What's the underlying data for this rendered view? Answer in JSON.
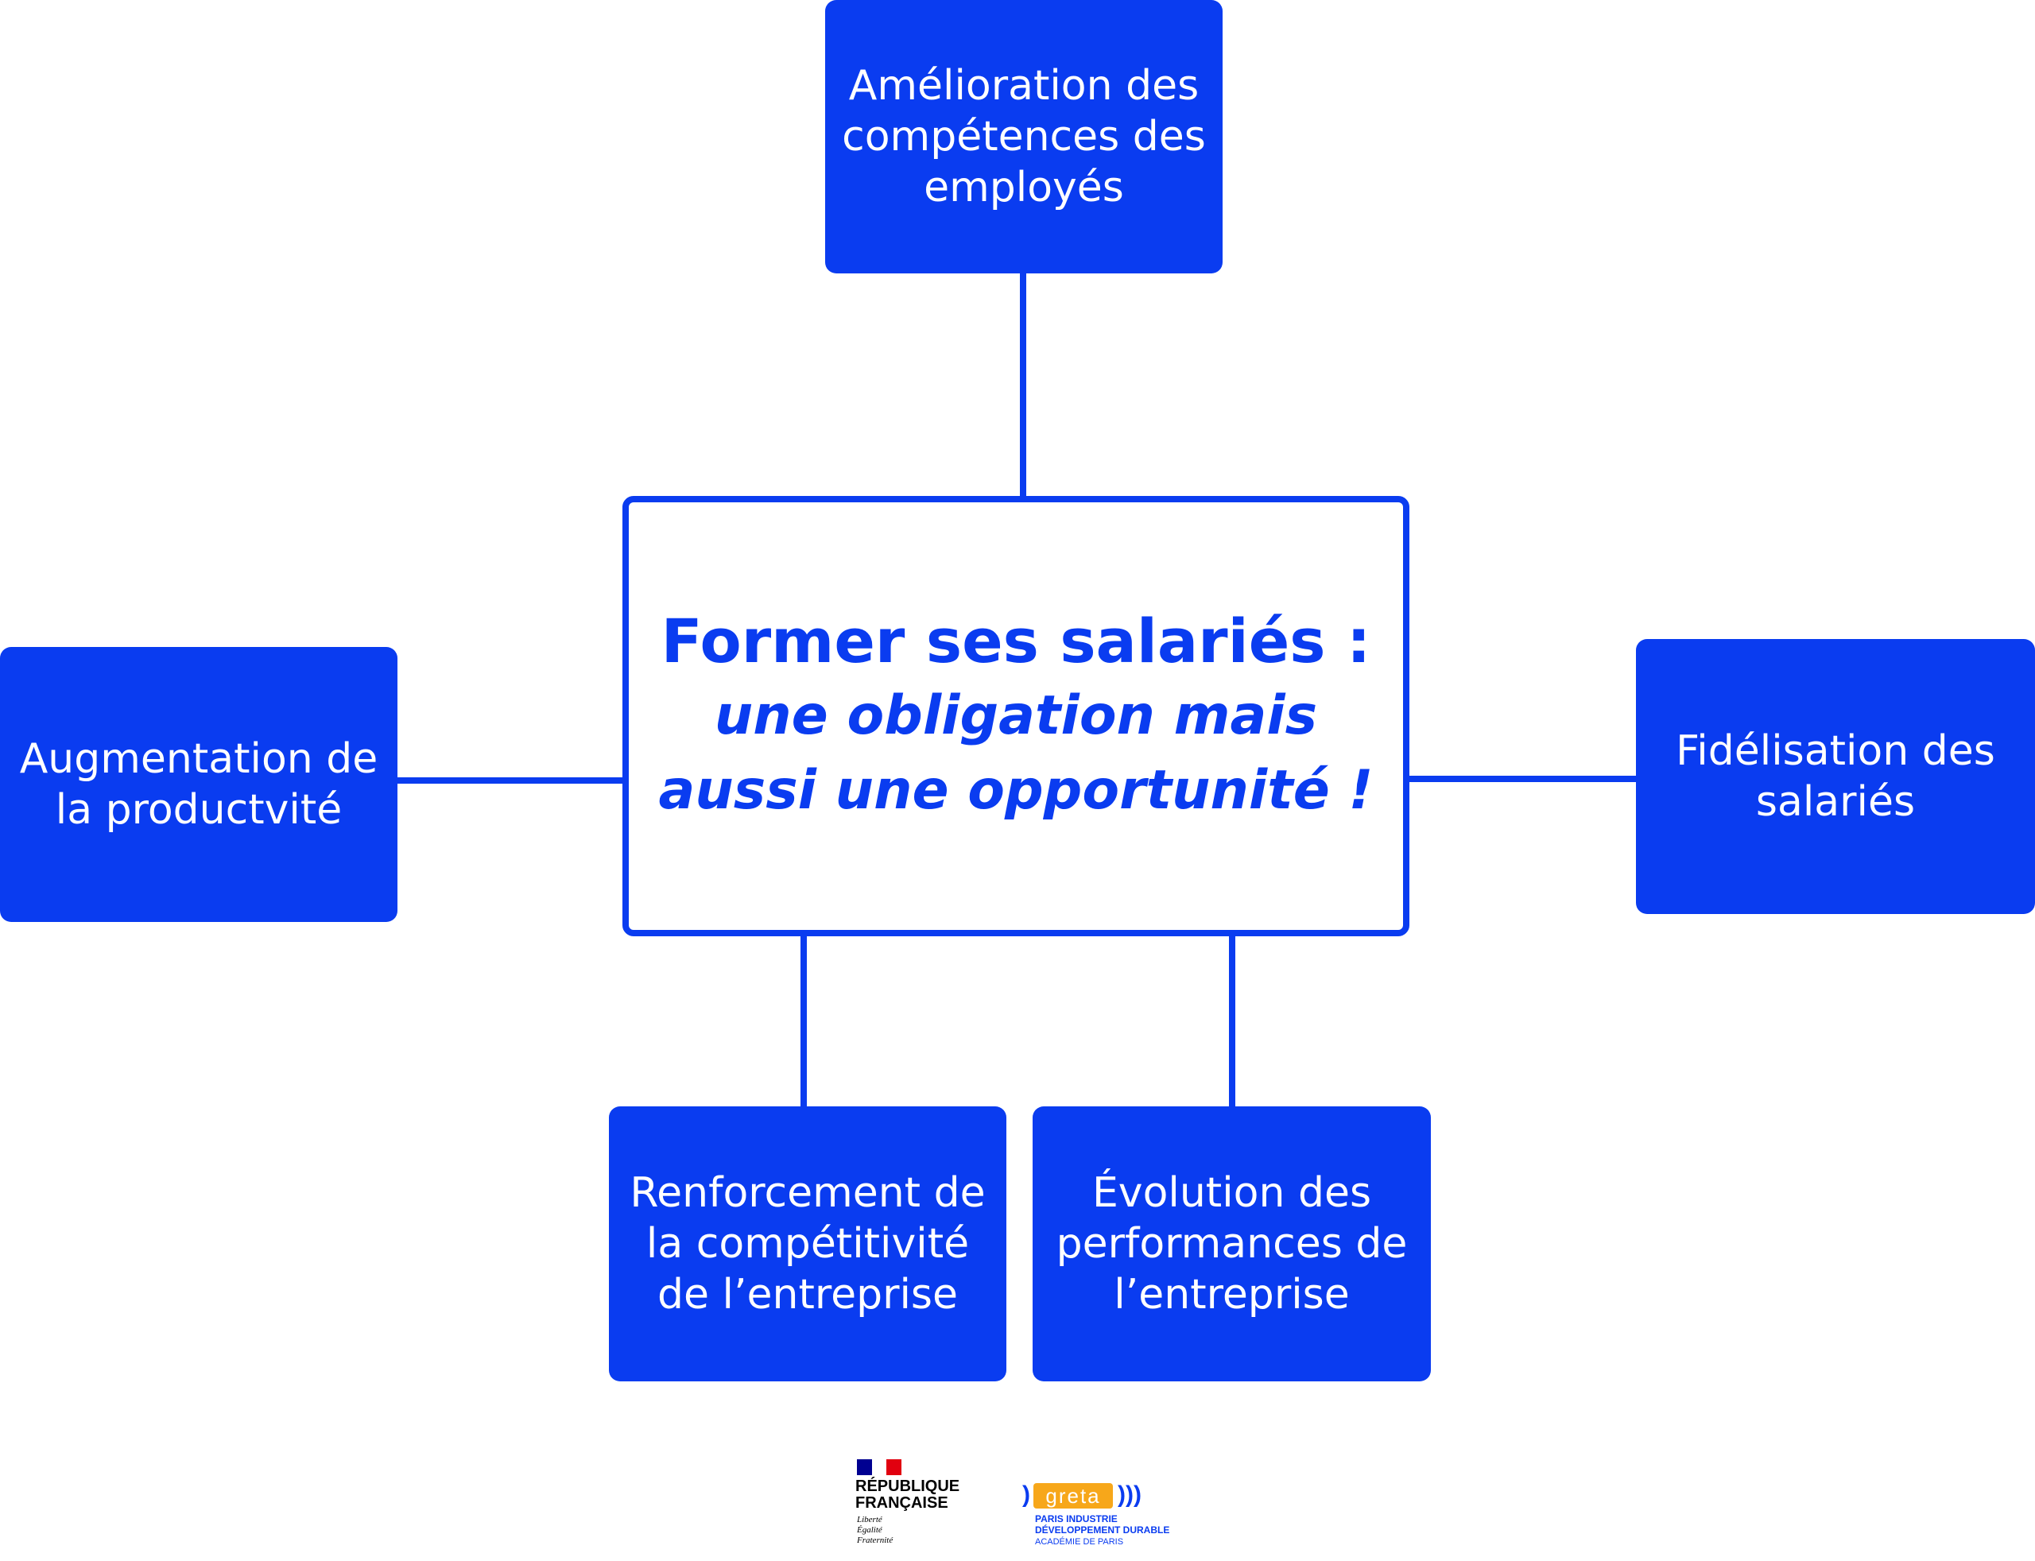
{
  "diagram": {
    "center": {
      "title": "Former ses salariés :",
      "subtitle": "une obligation mais aussi une opportunité !"
    },
    "nodes": [
      {
        "id": "top",
        "lines": [
          "Amélioration des",
          "compétences des",
          "employés"
        ]
      },
      {
        "id": "left",
        "lines": [
          "Augmentation de",
          "la productvité"
        ]
      },
      {
        "id": "right",
        "lines": [
          "Fidélisation des",
          "salariés"
        ]
      },
      {
        "id": "bottom-left",
        "lines": [
          "Renforcement de",
          "la compétitivité",
          "de l’entreprise"
        ]
      },
      {
        "id": "bottom-right",
        "lines": [
          "Évolution des",
          "performances de",
          "l’entreprise"
        ]
      }
    ]
  },
  "logos": {
    "republique": {
      "name_line1": "RÉPUBLIQUE",
      "name_line2": "FRANÇAISE",
      "motto1": "Liberté",
      "motto2": "Égalité",
      "motto3": "Fraternité"
    },
    "greta": {
      "brand": "greta",
      "line1": "PARIS INDUSTRIE",
      "line2": "DÉVELOPPEMENT DURABLE",
      "line3": "ACADÉMIE DE PARIS"
    }
  },
  "colors": {
    "primary": "#0a3cf0",
    "text_on_primary": "#ffffff",
    "greta_orange": "#f7a71a",
    "flag_blue": "#000091",
    "flag_white": "#ffffff",
    "flag_red": "#e1000f"
  }
}
